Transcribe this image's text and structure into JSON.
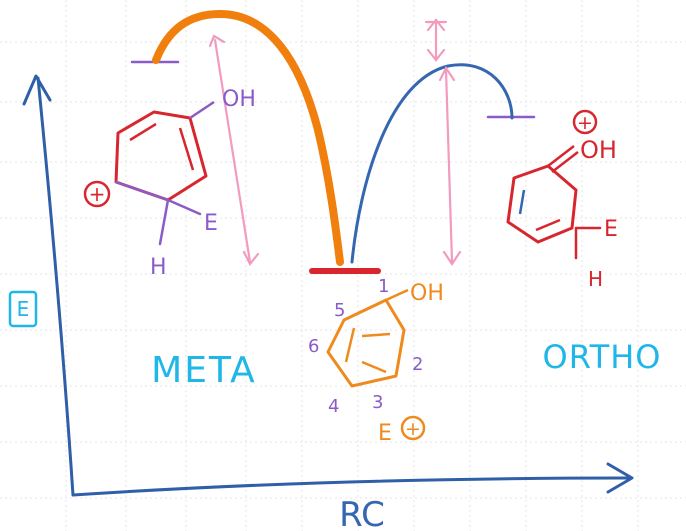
{
  "axes": {
    "y_label": "E",
    "x_label": "RC"
  },
  "labels": {
    "meta": "META",
    "ortho": "ORTHO"
  },
  "molecules": {
    "center": {
      "substituent": "OH",
      "electrophile": "E",
      "charge": "+",
      "positions": [
        "1",
        "2",
        "3",
        "4",
        "5",
        "6"
      ]
    },
    "meta_intermediate": {
      "substituent": "OH",
      "electrophile": "E",
      "hydrogen": "H",
      "charge": "+"
    },
    "ortho_intermediate": {
      "substituent": "OH",
      "electrophile": "E",
      "hydrogen": "H",
      "charge": "+"
    }
  },
  "colors": {
    "axis": "#2f5fa8",
    "grid": "#e6e6e6",
    "meta_curve": "#f07f0e",
    "ortho_curve": "#3566b0",
    "reactant_level": "#d8262e",
    "product_level": "#8a5bc9",
    "pink_arrow": "#f29bbf",
    "ring_red": "#d8262e",
    "ring_orange": "#ee8a1e",
    "position_purple": "#8a5bc9",
    "label_cyan": "#1fb6e8"
  }
}
